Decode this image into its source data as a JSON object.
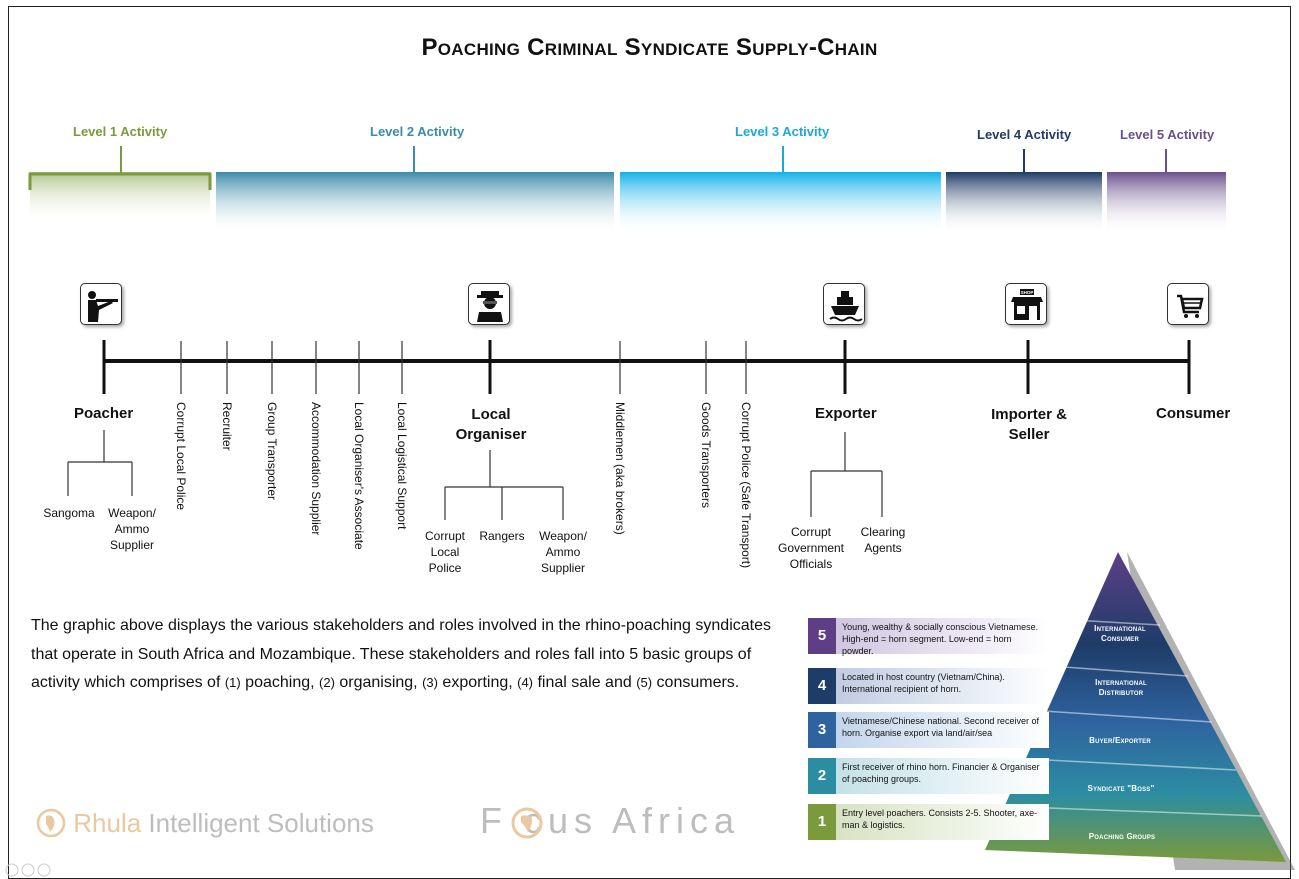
{
  "title": "Poaching Criminal Syndicate Supply-Chain",
  "levels": [
    {
      "label": "Level 1 Activity",
      "color": "#7a9a3c"
    },
    {
      "label": "Level 2 Activity",
      "color": "#3a8ca8"
    },
    {
      "label": "Level 3 Activity",
      "color": "#1aa8d8"
    },
    {
      "label": "Level 4 Activity",
      "color": "#1f3b66"
    },
    {
      "label": "Level 5 Activity",
      "color": "#6a4f8c"
    }
  ],
  "stages": {
    "poacher": "Poacher",
    "local_organiser": "Local Organiser",
    "exporter": "Exporter",
    "importer_seller": "Importer & Seller",
    "consumer": "Consumer"
  },
  "icons": [
    "gun-icon",
    "organiser-icon",
    "ship-icon",
    "shop-icon",
    "cart-icon"
  ],
  "shop_sign": "SHOP",
  "roles": [
    "Corrupt Local Police",
    "Recruiter",
    "Group Transporter",
    "Accommodation Supplier",
    "Local Organiser's Associate",
    "Local Logistical Support",
    "Middlemen (aka brokers)",
    "Goods Transporters",
    "Corrupt Police (Safe Transport)"
  ],
  "poacher_subs": [
    "Sangoma",
    "Weapon/ Ammo Supplier"
  ],
  "organiser_subs": [
    "Corrupt Local Police",
    "Rangers",
    "Weapon/ Ammo Supplier"
  ],
  "exporter_subs": [
    "Corrupt Government Officials",
    "Clearing Agents"
  ],
  "paragraph": {
    "part1": "The graphic above displays the various stakeholders and roles involved in the rhino-poaching syndicates that operate in South Africa and Mozambique. These stakeholders and roles fall into 5 basic groups of activity which comprises of ",
    "n1": "(1)",
    "t1": " poaching, ",
    "n2": "(2)",
    "t2": " organising, ",
    "n3": "(3)",
    "t3": " exporting, ",
    "n4": "(4)",
    "t4": " final sale and ",
    "n5": "(5)",
    "t5": " consumers."
  },
  "logos": {
    "rhula_r": "Rhula",
    "rhula_rest": " Intelligent Solutions",
    "focus": "F cus  Africa"
  },
  "pyramid": {
    "levels": [
      {
        "num": "5",
        "text": "Young, wealthy & socially conscious Vietnamese. High-end = horn segment. Low-end = horn powder.",
        "label": "International Consumer",
        "color": "#5e3f86"
      },
      {
        "num": "4",
        "text": "Located in host country (Vietnam/China). International recipient of horn.",
        "label": "International Distributor",
        "color": "#1e3c68"
      },
      {
        "num": "3",
        "text": "Vietnamese/Chinese national. Second receiver of horn. Organise export via land/air/sea",
        "label": "Buyer/Exporter",
        "color": "#2f63a0"
      },
      {
        "num": "2",
        "text": "First receiver of rhino horn. Financier & Organiser of poaching groups.",
        "label": "Syndicate \"Boss\"",
        "color": "#2b8da2"
      },
      {
        "num": "1",
        "text": "Entry level poachers. Consists 2-5. Shooter, axe-man & logistics.",
        "label": "Poaching Groups",
        "color": "#7a9a3c"
      }
    ]
  }
}
